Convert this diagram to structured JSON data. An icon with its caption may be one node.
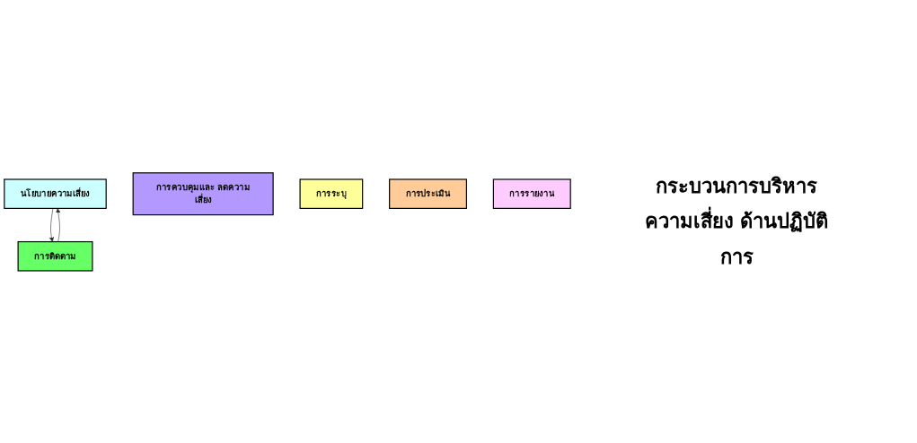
{
  "diagram": {
    "nodes": [
      {
        "text": [
          "นโยบายความเสี่ยง"
        ]
      },
      {
        "text": [
          "การควบคุมและ ลดความเสี่ยง"
        ]
      },
      {
        "text": [
          "การระบุ"
        ]
      },
      {
        "text": [
          "การประเมิน"
        ]
      },
      {
        "text": [
          "การรายงาน"
        ]
      },
      {
        "text": [
          "การติดตาม"
        ]
      }
    ],
    "edges": [
      {
        "from": 0,
        "to": 5,
        "arrow": "to"
      },
      {
        "from": 5,
        "to": 0,
        "arrow": "to"
      }
    ],
    "labels": [
      "กระบวนการบริหาร ความเสี่ยง ด้านปฏิบัติการ"
    ]
  }
}
